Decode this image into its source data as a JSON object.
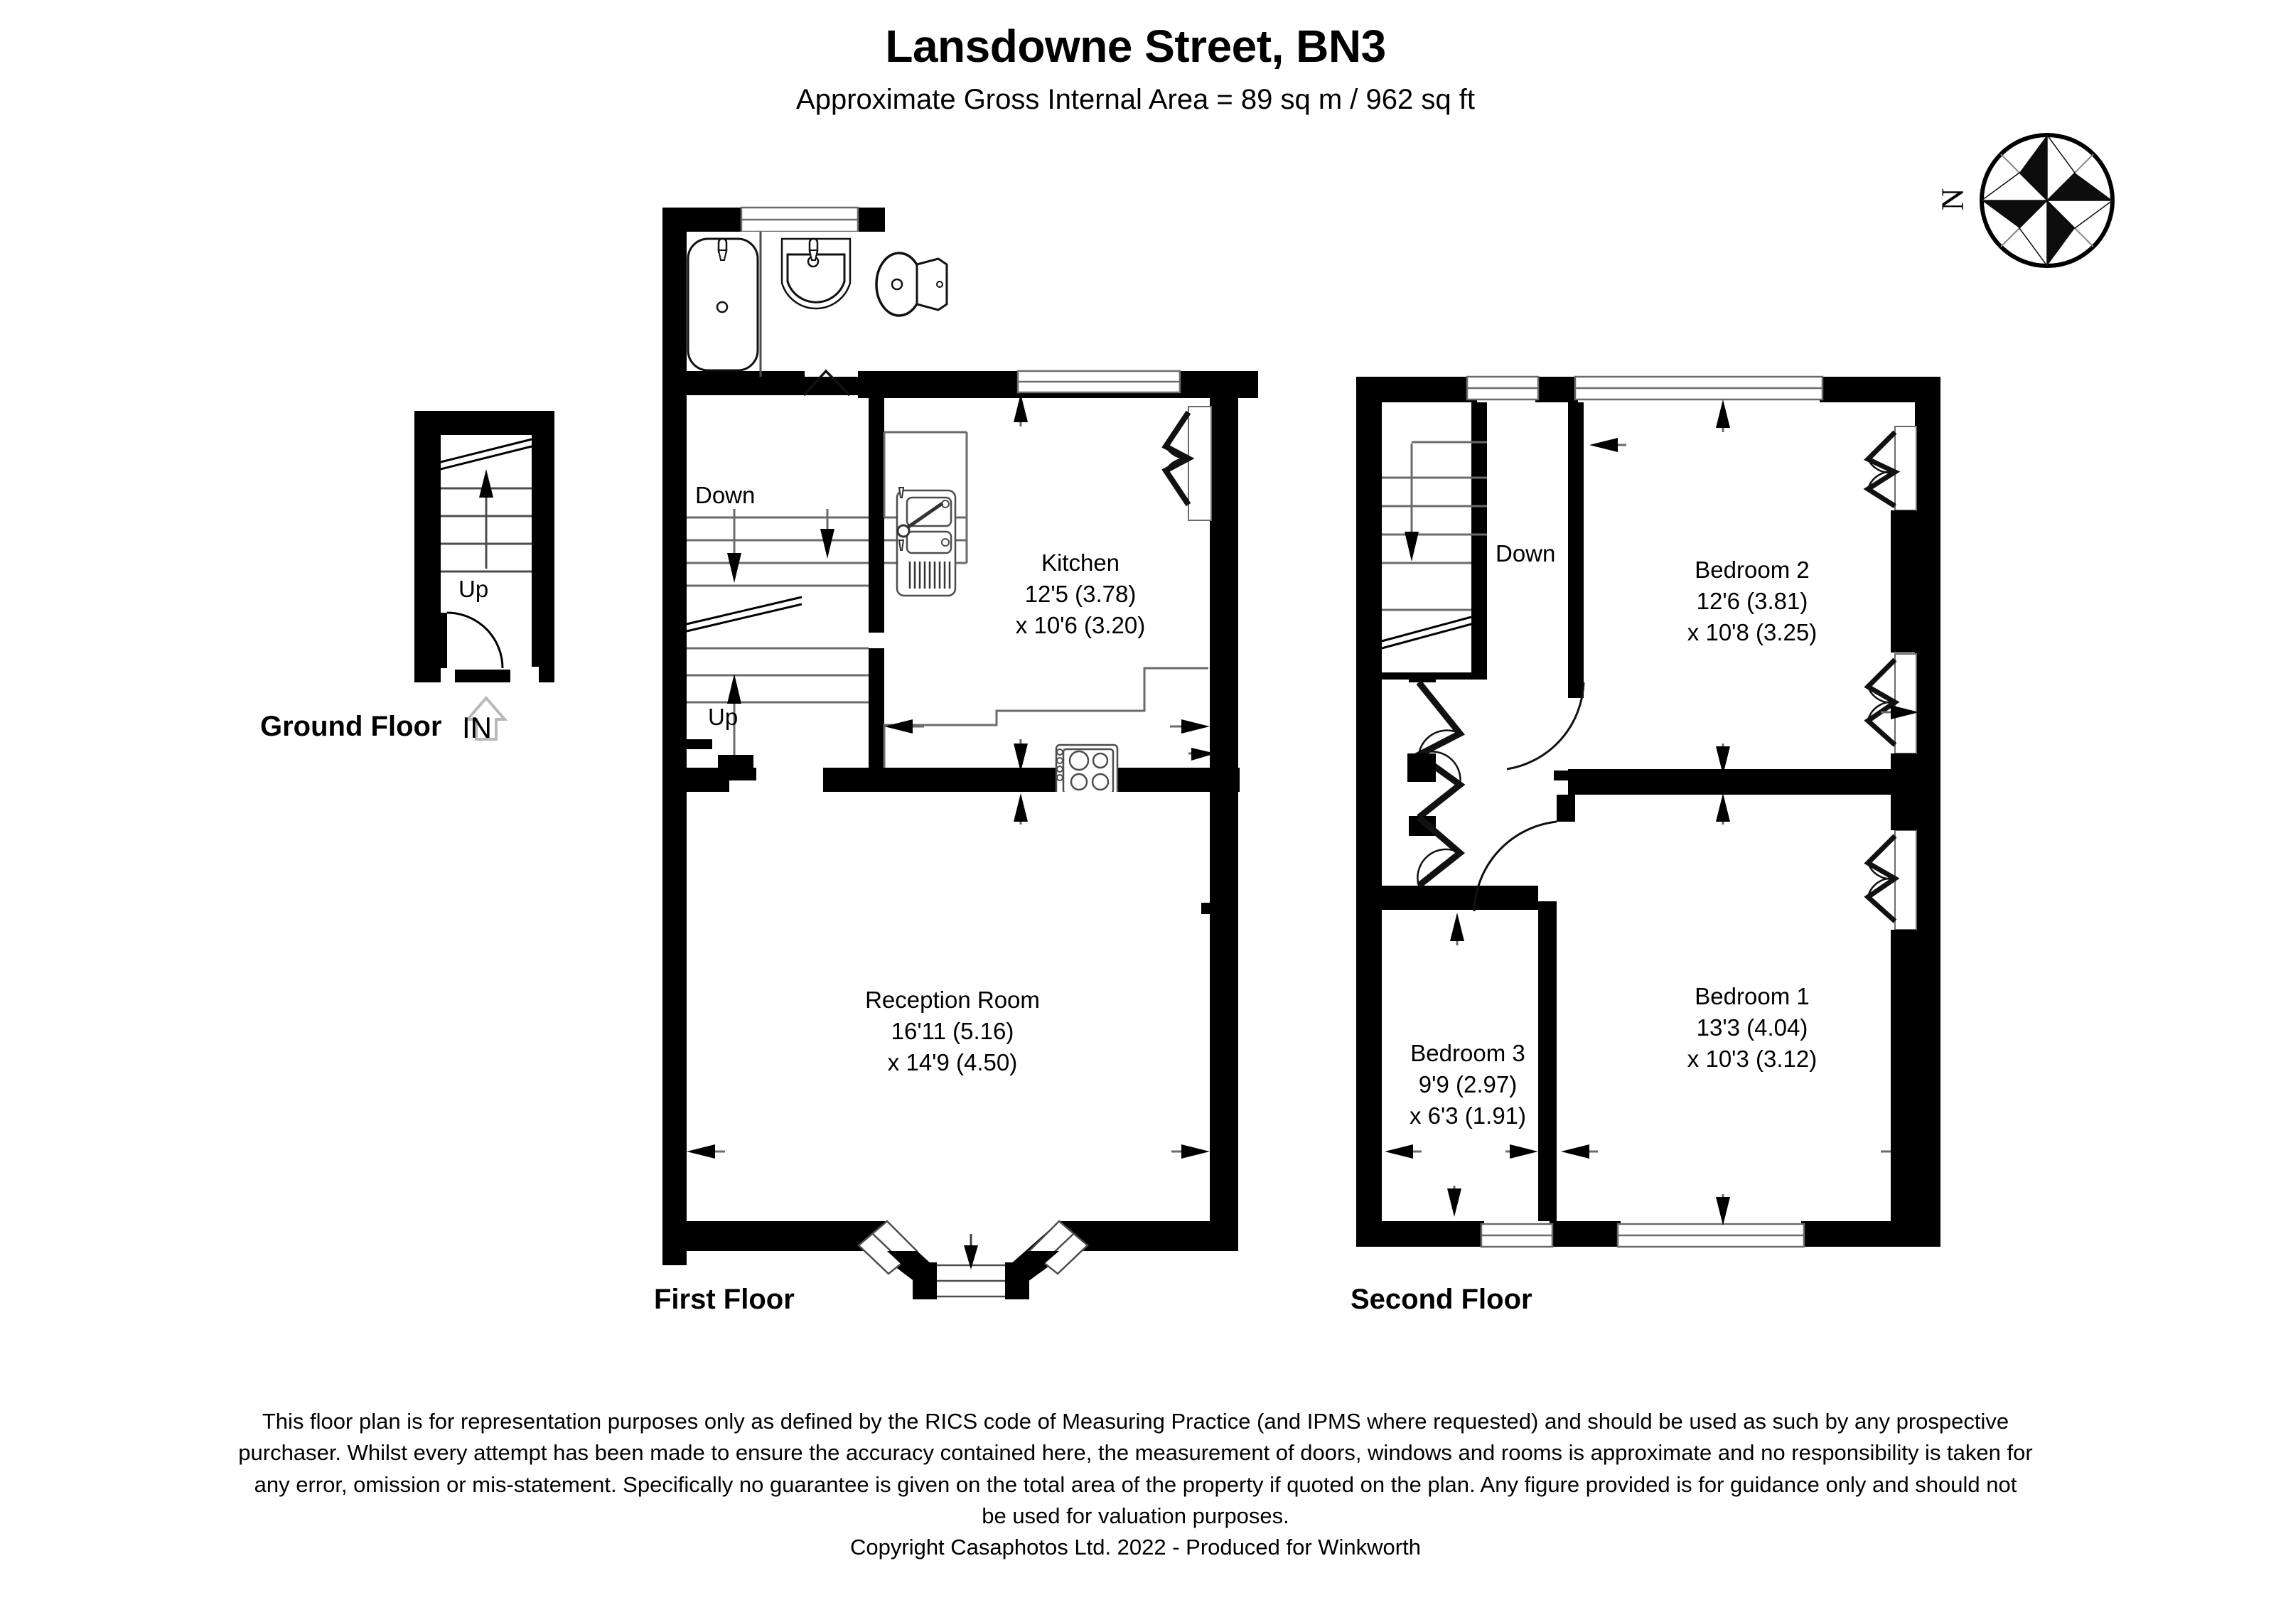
{
  "header": {
    "title": "Lansdowne Street, BN3",
    "subtitle": "Approximate Gross Internal Area = 89 sq m / 962 sq ft"
  },
  "compass": {
    "north_label": "N",
    "icon": "compass-rose-icon"
  },
  "floors": {
    "ground": {
      "label": "Ground Floor",
      "entry_label": "IN",
      "stair_direction": "Up"
    },
    "first": {
      "label": "First Floor",
      "stair_down": "Down",
      "stair_up": "Up"
    },
    "second": {
      "label": "Second Floor",
      "stair_down": "Down"
    }
  },
  "rooms": [
    {
      "id": "kitchen",
      "name": "Kitchen",
      "dim1": "12'5 (3.78)",
      "dim2": "x 10'6 (3.20)",
      "floor": "first"
    },
    {
      "id": "reception",
      "name": "Reception Room",
      "dim1": "16'11 (5.16)",
      "dim2": "x 14'9 (4.50)",
      "floor": "first"
    },
    {
      "id": "bedroom2",
      "name": "Bedroom 2",
      "dim1": "12'6 (3.81)",
      "dim2": "x 10'8 (3.25)",
      "floor": "second"
    },
    {
      "id": "bedroom1",
      "name": "Bedroom 1",
      "dim1": "13'3 (4.04)",
      "dim2": "x 10'3 (3.12)",
      "floor": "second"
    },
    {
      "id": "bedroom3",
      "name": "Bedroom 3",
      "dim1": "9'9 (2.97)",
      "dim2": "x 6'3 (1.91)",
      "floor": "second"
    }
  ],
  "fixtures": [
    {
      "name": "bathtub",
      "floor": "first"
    },
    {
      "name": "wash-basin",
      "floor": "first"
    },
    {
      "name": "toilet",
      "floor": "first"
    },
    {
      "name": "kitchen-sink",
      "floor": "first"
    },
    {
      "name": "hob",
      "floor": "first"
    }
  ],
  "disclaimer": {
    "line1": "This floor plan is for representation purposes only as defined by the RICS code of Measuring Practice (and IPMS where requested) and should be used as such by any prospective",
    "line2": "purchaser. Whilst every attempt has been made to ensure the accuracy contained here, the measurement of doors, windows and rooms is approximate and no responsibility is taken for",
    "line3": "any error, omission or mis-statement. Specifically no guarantee is given on the total area of the property if quoted on the plan. Any figure provided is for guidance only and should not",
    "line4": "be used for valuation purposes.",
    "copyright": "Copyright Casaphotos Ltd. 2022 - Produced for Winkworth"
  },
  "colors": {
    "wall": "#000000",
    "background": "#ffffff",
    "fixture_line": "#1a1a1a",
    "dimension_arrow": "#3f3f3f",
    "stair_line": "#666666",
    "in_arrow": "#b3b3b3"
  }
}
